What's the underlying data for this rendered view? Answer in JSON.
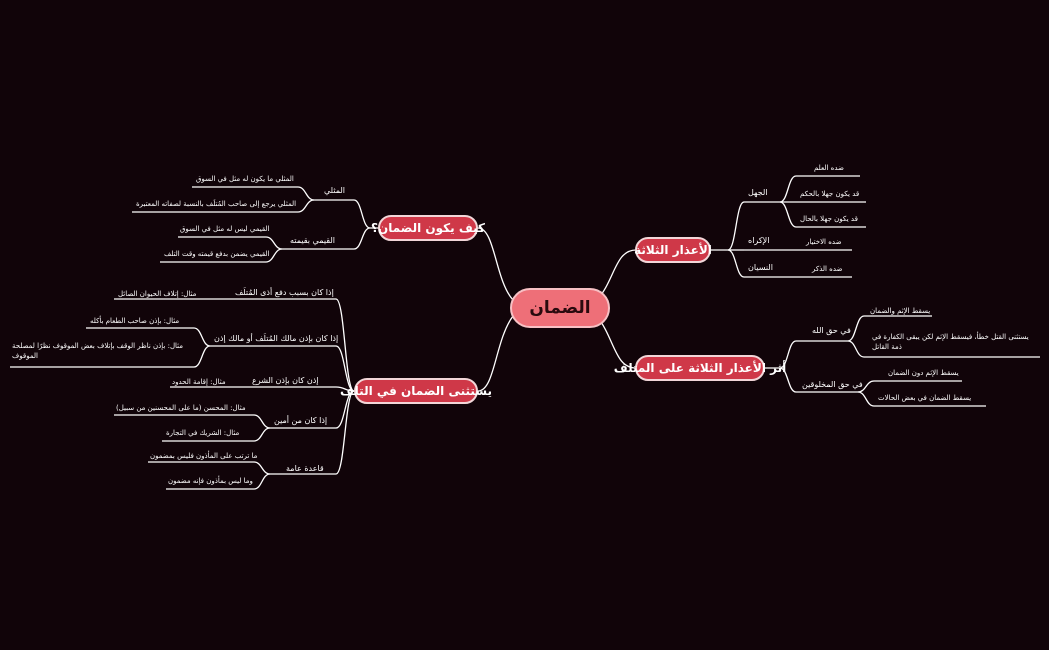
{
  "root": "الضمان",
  "branches": {
    "excuses": {
      "title": "الأعذار الثلاثة",
      "ignorance": {
        "label": "الجهل",
        "items": [
          "ضده العلم",
          "قد يكون جهلا بالحكم",
          "قد يكون جهلا بالحال"
        ]
      },
      "coercion": {
        "label": "الإكراه",
        "item": "ضده الاختيار"
      },
      "forgetting": {
        "label": "النسيان",
        "item": "ضده الذكر"
      }
    },
    "effect": {
      "title": "أثر الأعذار الثلاثة على المتلف",
      "allah": {
        "label": "في حق الله",
        "items": [
          "يسقط الإثم والضمان",
          "يستثنى القتل خطأ، فيسقط الإثم لكن يبقى الكفارة في ذمة القاتل"
        ]
      },
      "creatures": {
        "label": "في حق المخلوقين",
        "items": [
          "يسقط الإثم دون الضمان",
          "يسقط الضمان في بعض الحالات"
        ]
      }
    },
    "how": {
      "title": "كيف يكون الضمان؟",
      "mithli": {
        "label": "المثلي",
        "items": [
          "المثلي ما يكون له مثل في السوق",
          "المثلي يرجع إلى صاحب المُتلَف بالنسبة لصفاته المعتبرة"
        ]
      },
      "qimi": {
        "label": "القيمي بقيمته",
        "items": [
          "القيمي ليس له مثل في السوق",
          "القيمي يضمن بدفع قيمته وقت التلف"
        ]
      }
    },
    "exceptions": {
      "title": "يستثنى الضمان في التلف",
      "harm": {
        "label": "إذا كان بسبب دفع أذى المُتلَف",
        "item": "مثال: إتلاف الحيوان الصائل"
      },
      "owner": {
        "label": "إذا كان بإذن مالك المُتلَف أو مالك إذن",
        "items": [
          "مثال: بإذن صاحب الطعام بأكله",
          "مثال: بإذن ناظر الوقف بإتلاف بعض الموقوف نظرًا لمصلحة الموقوف"
        ]
      },
      "sharia": {
        "label": "إذن كان بإذن الشرع",
        "item": "مثال: إقامة الحدود"
      },
      "trustee": {
        "label": "إذا كان من أمين",
        "items": [
          "مثال: المحسن (ما على المحسنين من سبيل)",
          "مثال: الشريك في التجارة"
        ]
      },
      "rule": {
        "label": "قاعدة عامة",
        "items": [
          "ما ترتب على المأذون فليس بمضمون",
          "وما ليس بمأذون فإنه مضمون"
        ]
      }
    }
  },
  "colors": {
    "background": "#110409",
    "root": "#ee6f78",
    "main": "#cf3848",
    "line": "#ffffff"
  }
}
